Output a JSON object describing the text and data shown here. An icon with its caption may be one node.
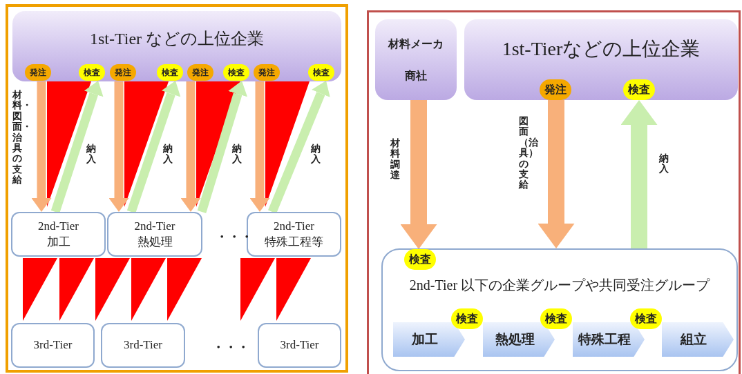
{
  "diagram": {
    "nodes": [
      {
        "text": [
          "1st-Tier などの上位企業"
        ]
      },
      {
        "text": [
          "発注"
        ],
        "in": 0
      },
      {
        "text": [
          "検査"
        ],
        "in": 0
      },
      {
        "text": [
          "発注"
        ],
        "in": 0
      },
      {
        "text": [
          "検査"
        ],
        "in": 0
      },
      {
        "text": [
          "発注"
        ],
        "in": 0
      },
      {
        "text": [
          "検査"
        ],
        "in": 0
      },
      {
        "text": [
          "発注"
        ],
        "in": 0
      },
      {
        "text": [
          "検査"
        ],
        "in": 0
      },
      {
        "text": [
          "2nd-Tier 加工"
        ]
      },
      {
        "text": [
          "2nd-Tier 熱処理"
        ]
      },
      {
        "text": [
          "2nd-Tier 特殊工程等"
        ]
      },
      {
        "text": [
          "3rd-Tier"
        ]
      },
      {
        "text": [
          "3rd-Tier"
        ]
      },
      {
        "text": [
          "3rd-Tier"
        ]
      },
      {
        "text": [
          "材料メーカ",
          "商社"
        ]
      },
      {
        "text": [
          "1st-Tierなどの上位企業"
        ]
      },
      {
        "text": [
          "発注"
        ],
        "in": 16
      },
      {
        "text": [
          "検査"
        ],
        "in": 16
      },
      {
        "text": [
          "2nd-Tier 以下の企業グループや共同受注グループ"
        ]
      },
      {
        "text": [
          "検査"
        ],
        "in": 19
      },
      {
        "text": [
          "加工"
        ],
        "in": 19
      },
      {
        "text": [
          "検査"
        ],
        "in": 19
      },
      {
        "text": [
          "熱処理"
        ],
        "in": 19
      },
      {
        "text": [
          "検査"
        ],
        "in": 19
      },
      {
        "text": [
          "特殊工程"
        ],
        "in": 19
      },
      {
        "text": [
          "検査"
        ],
        "in": 19
      },
      {
        "text": [
          "組立"
        ],
        "in": 19
      }
    ],
    "edges": [
      {
        "from": 1,
        "to": 9,
        "arrow": "to",
        "label": "材料・図面・治具の支給"
      },
      {
        "from": 9,
        "to": 2,
        "arrow": "to",
        "label": "納入",
        "color": "#c9eeae"
      },
      {
        "from": 3,
        "to": 10,
        "arrow": "to"
      },
      {
        "from": 10,
        "to": 4,
        "arrow": "to",
        "label": "納入",
        "color": "#c9eeae"
      },
      {
        "from": 5,
        "to": 10,
        "arrow": "to"
      },
      {
        "from": 10,
        "to": 6,
        "arrow": "to",
        "label": "納入",
        "color": "#c9eeae"
      },
      {
        "from": 7,
        "to": 11,
        "arrow": "to"
      },
      {
        "from": 11,
        "to": 8,
        "arrow": "to",
        "label": "納入",
        "color": "#c9eeae"
      },
      {
        "from": 15,
        "to": 20,
        "arrow": "to",
        "label": "材料調達",
        "style": "thick"
      },
      {
        "from": 17,
        "to": 19,
        "arrow": "to",
        "label": "図面（治具）の支給",
        "style": "thick"
      },
      {
        "from": 19,
        "to": 18,
        "arrow": "to",
        "label": "納入",
        "color": "#c9eeae",
        "style": "thick"
      }
    ],
    "labels": [
      "・・・",
      "・・・"
    ]
  }
}
